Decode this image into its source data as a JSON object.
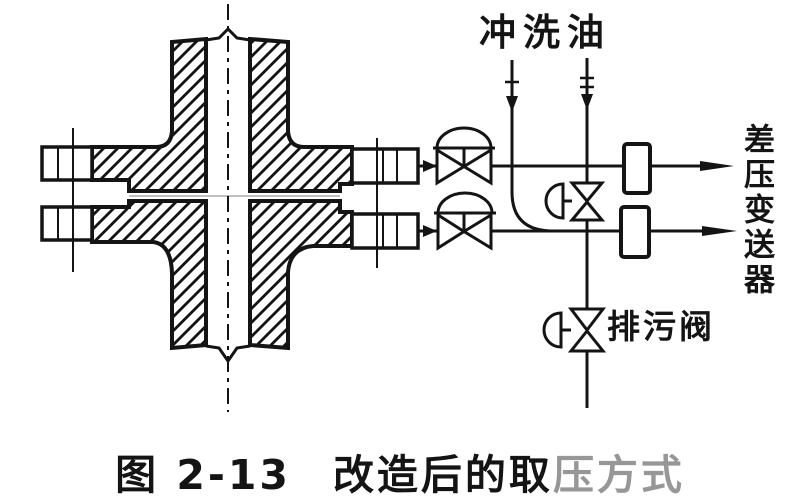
{
  "diagram": {
    "flush_oil_label": "冲洗油",
    "transmitter_label": "差压变送器",
    "drain_valve_label": "排污阀"
  },
  "caption": {
    "figure_no": "图 2-13",
    "title_main": "改造后的取",
    "title_faded": "压方式"
  },
  "colors": {
    "ink": "#141414",
    "faded_text": "#979797",
    "background": "#ffffff"
  }
}
